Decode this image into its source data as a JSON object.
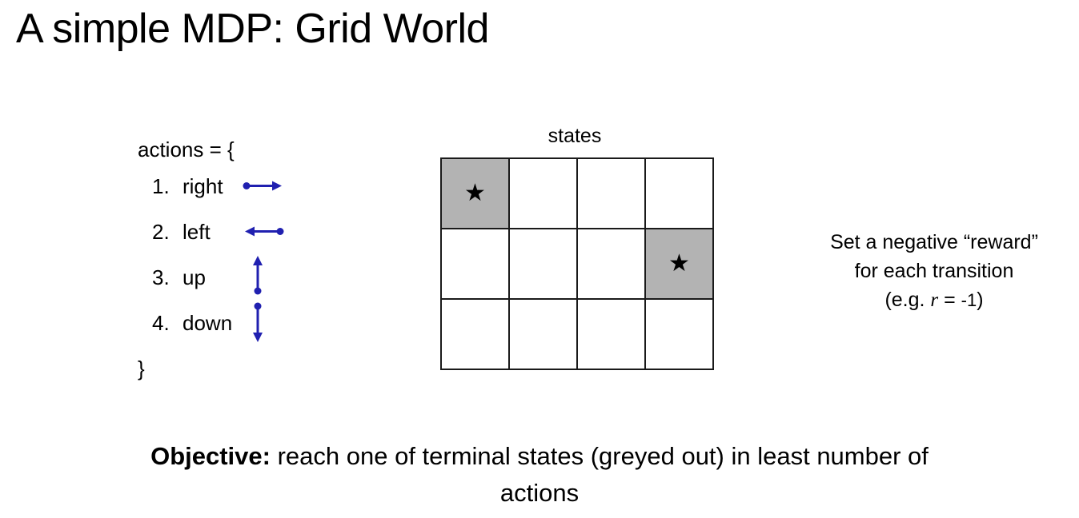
{
  "slide": {
    "title": "A simple MDP: Grid World"
  },
  "actions": {
    "open_brace": "actions = {",
    "close_brace": "}",
    "items": [
      {
        "index": "1.",
        "label": "right",
        "arrow": "arrow-right-icon"
      },
      {
        "index": "2.",
        "label": "left",
        "arrow": "arrow-left-icon"
      },
      {
        "index": "3.",
        "label": "up",
        "arrow": "arrow-up-icon"
      },
      {
        "index": "4.",
        "label": "down",
        "arrow": "arrow-down-icon"
      }
    ],
    "arrow_color": "#2020b0"
  },
  "grid": {
    "caption": "states",
    "rows": 3,
    "cols": 4,
    "terminal_fill": "#b3b3b3",
    "border_color": "#1a1a1a",
    "star_glyph": "★",
    "cells": [
      [
        {
          "terminal": true,
          "star": true
        },
        {
          "terminal": false,
          "star": false
        },
        {
          "terminal": false,
          "star": false
        },
        {
          "terminal": false,
          "star": false
        }
      ],
      [
        {
          "terminal": false,
          "star": false
        },
        {
          "terminal": false,
          "star": false
        },
        {
          "terminal": false,
          "star": false
        },
        {
          "terminal": true,
          "star": true
        }
      ],
      [
        {
          "terminal": false,
          "star": false
        },
        {
          "terminal": false,
          "star": false
        },
        {
          "terminal": false,
          "star": false
        },
        {
          "terminal": false,
          "star": false
        }
      ]
    ]
  },
  "reward_note": {
    "line1": "Set a negative “reward”",
    "line2": "for each transition",
    "line3_prefix": "(e.g. ",
    "line3_var": "r",
    "line3_eq": " = ",
    "line3_value": "-1",
    "line3_suffix": ")"
  },
  "objective": {
    "lead": "Objective:",
    "text": " reach one of terminal states (greyed out) in least number of actions"
  }
}
